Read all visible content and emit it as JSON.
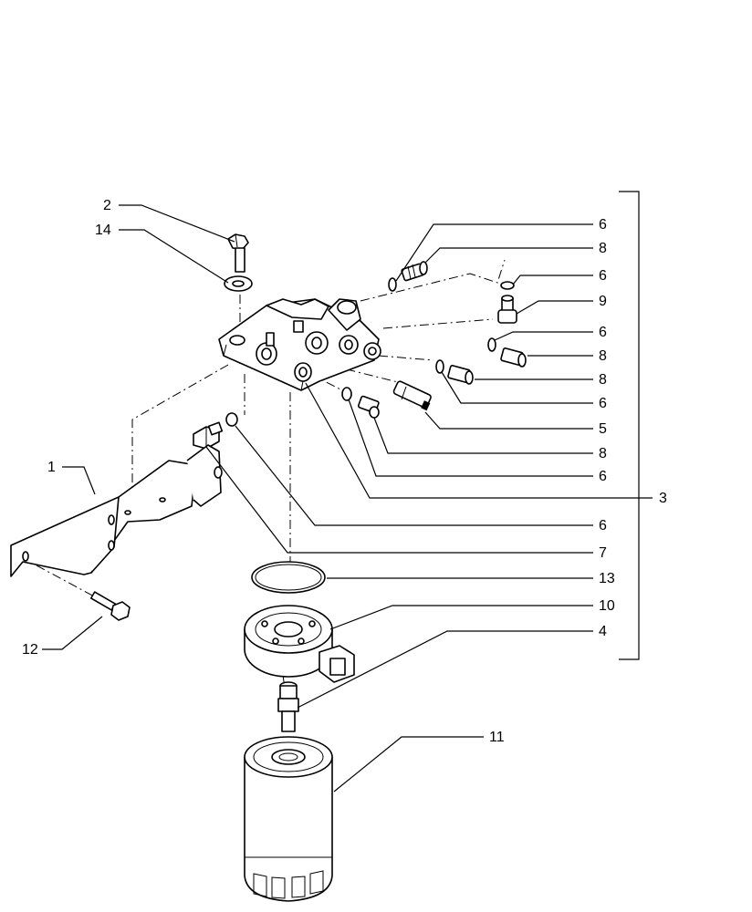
{
  "callouts": [
    {
      "id": "c2",
      "label": "2"
    },
    {
      "id": "c14",
      "label": "14"
    },
    {
      "id": "c1",
      "label": "1"
    },
    {
      "id": "c12",
      "label": "12"
    },
    {
      "id": "c6a",
      "label": "6"
    },
    {
      "id": "c8a",
      "label": "8"
    },
    {
      "id": "c6b",
      "label": "6"
    },
    {
      "id": "c9",
      "label": "9"
    },
    {
      "id": "c6c",
      "label": "6"
    },
    {
      "id": "c8b",
      "label": "8"
    },
    {
      "id": "c8c",
      "label": "8"
    },
    {
      "id": "c6d",
      "label": "6"
    },
    {
      "id": "c5",
      "label": "5"
    },
    {
      "id": "c8d",
      "label": "8"
    },
    {
      "id": "c6e",
      "label": "6"
    },
    {
      "id": "c3",
      "label": "3"
    },
    {
      "id": "c6f",
      "label": "6"
    },
    {
      "id": "c7",
      "label": "7"
    },
    {
      "id": "c13",
      "label": "13"
    },
    {
      "id": "c10",
      "label": "10"
    },
    {
      "id": "c4",
      "label": "4"
    },
    {
      "id": "c11",
      "label": "11"
    }
  ]
}
